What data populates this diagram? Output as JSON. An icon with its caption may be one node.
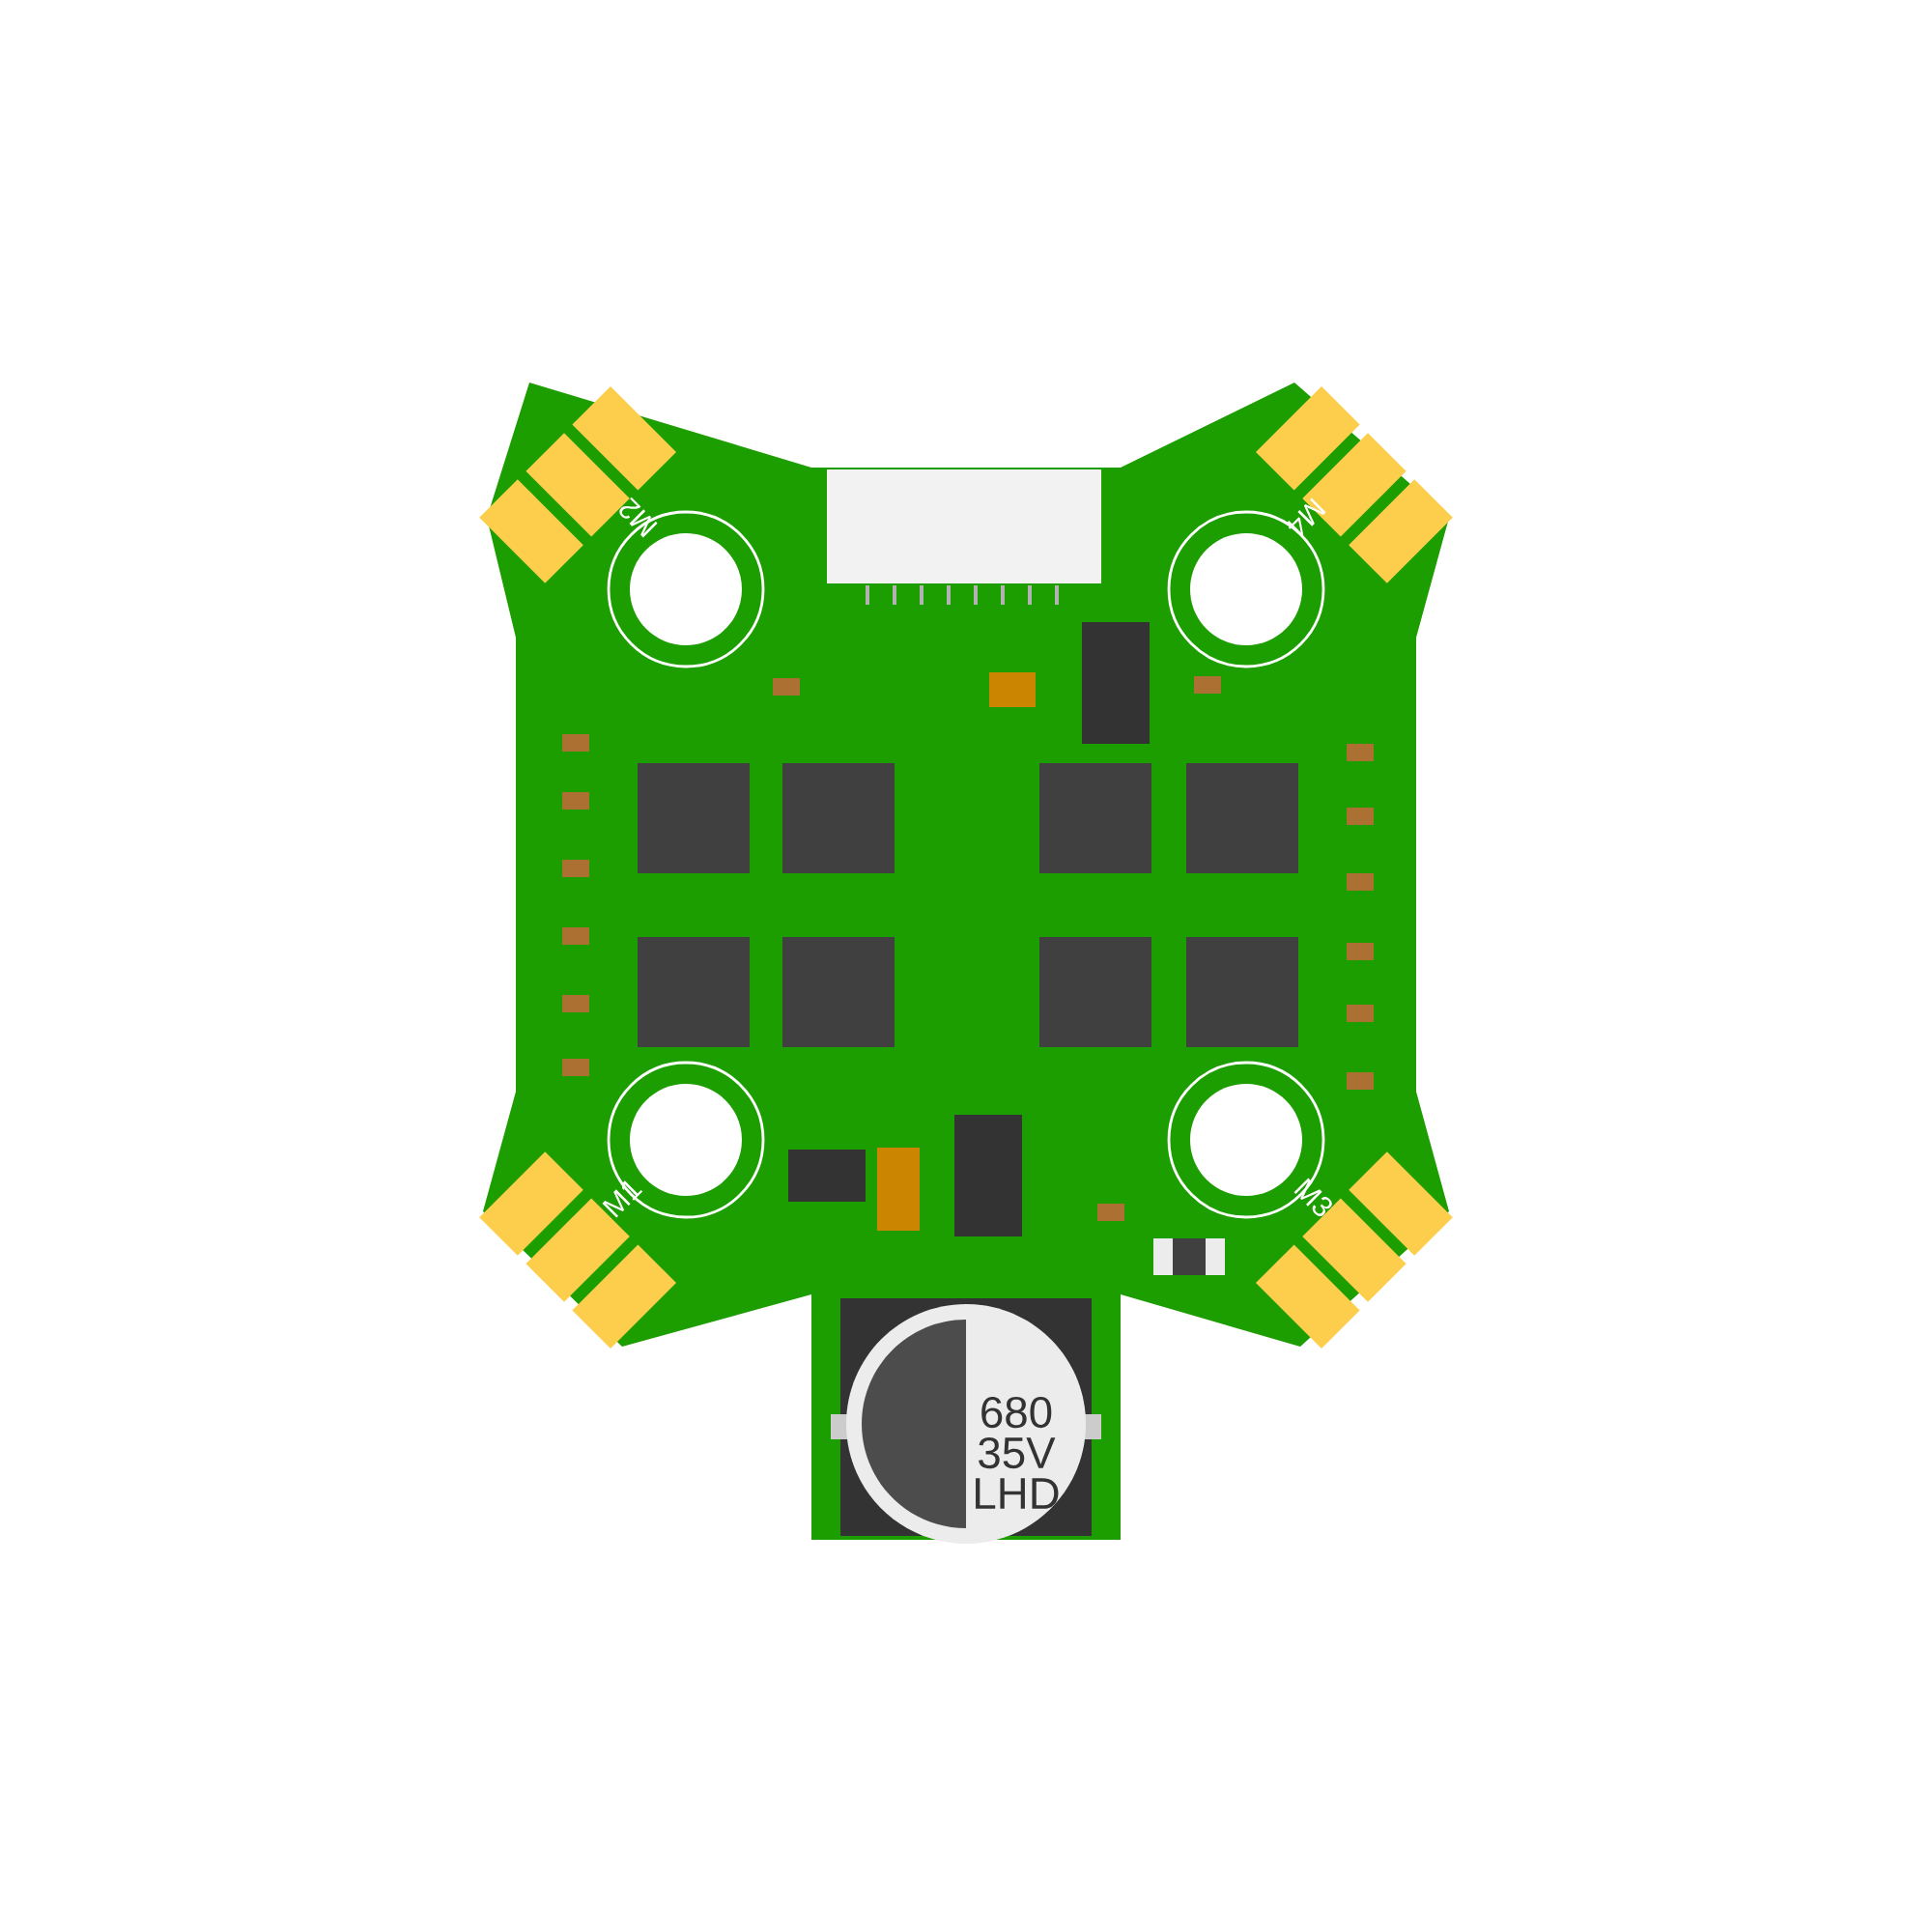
{
  "diagram": {
    "labels": [
      "M2",
      "M4",
      "M1",
      "M3",
      "680",
      "35V",
      "LHD"
    ]
  }
}
